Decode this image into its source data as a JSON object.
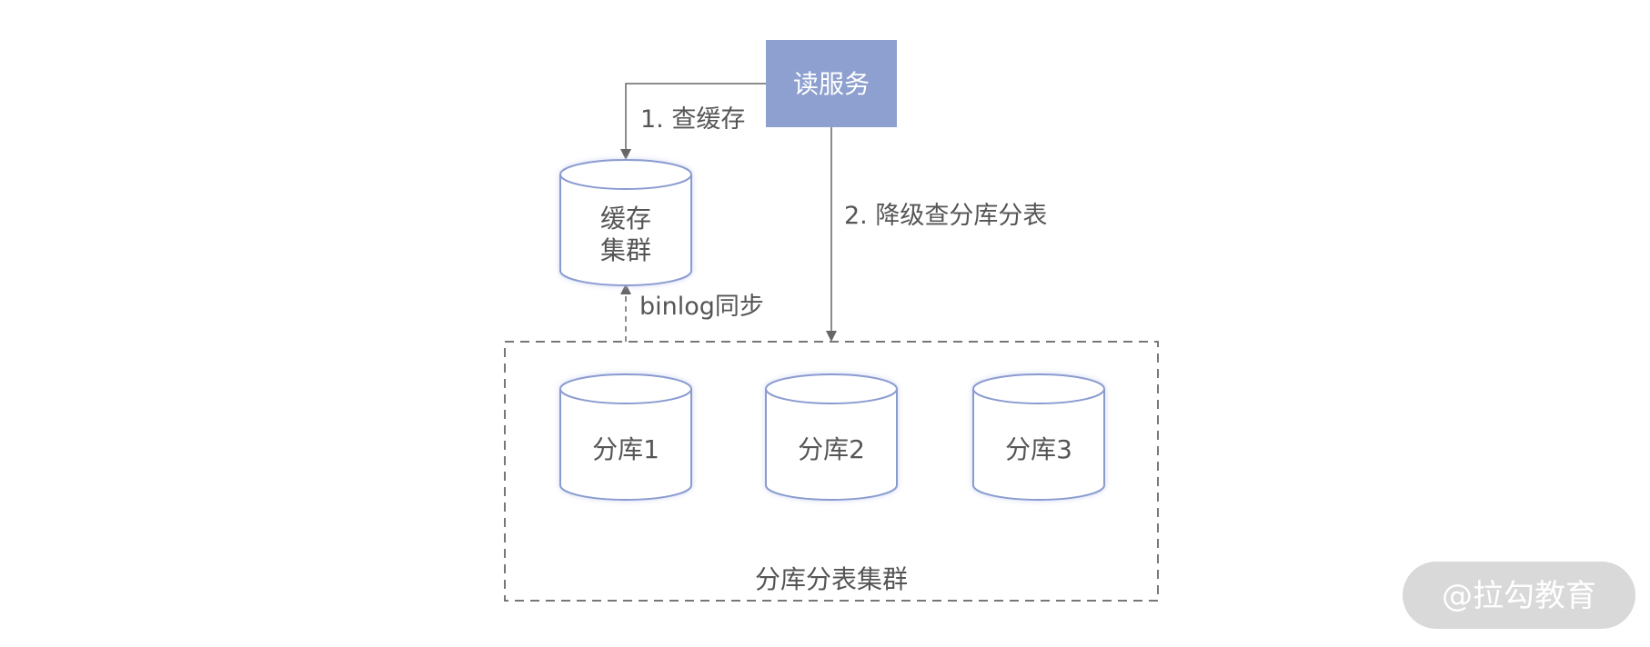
{
  "nodes": {
    "read_service": "读服务",
    "cache_cluster": [
      "缓存",
      "集群"
    ],
    "shard_1": "分库1",
    "shard_2": "分库2",
    "shard_3": "分库3",
    "shard_cluster": "分库分表集群"
  },
  "edges": {
    "check_cache": "1. 查缓存",
    "fallback_query": "2. 降级查分库分表",
    "binlog_sync": "binlog同步"
  },
  "watermark": "@拉勾教育",
  "colors": {
    "service_fill": "#8ea0cf",
    "cylinder_stroke": "#8a9bd0",
    "edge": "#666666",
    "text": "#555555"
  }
}
